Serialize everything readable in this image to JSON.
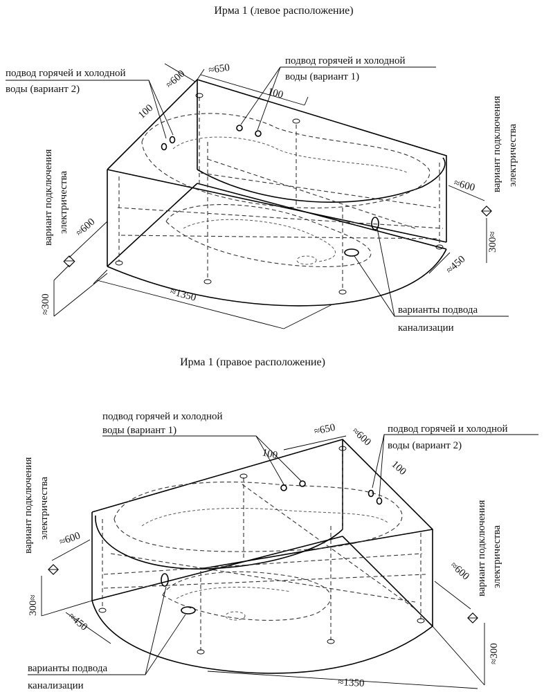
{
  "left": {
    "title": "Ирма 1 (левое расположение)",
    "water_v2_line1": "подвод горячей и холодной",
    "water_v2_line2": "воды (вариант 2)",
    "water_v1_line1": "подвод горячей и холодной",
    "water_v1_line2": "воды (вариант 1)",
    "elec_left_line1": "вариант подключения",
    "elec_left_line2": "электричества",
    "elec_right_line1": "вариант подключения",
    "elec_right_line2": "электричества",
    "drain_line1": "варианты подвода",
    "drain_line2": "канализации",
    "dims": {
      "d600_top": "≈600",
      "d650": "≈650",
      "d100_left": "100",
      "d100_right": "100",
      "d600_left": "≈600",
      "d300_left": "≈300",
      "d1350": "≈1350",
      "d600_right": "≈600",
      "d300_right": "300≈",
      "d450": "≈450"
    }
  },
  "right": {
    "title": "Ирма 1 (правое расположение)",
    "water_v1_line1": "подвод горячей и холодной",
    "water_v1_line2": "воды (вариант 1)",
    "water_v2_line1": "подвод горячей и холодной",
    "water_v2_line2": "воды (вариант 2)",
    "elec_left_line1": "вариант подключения",
    "elec_left_line2": "электричества",
    "elec_right_line1": "вариант подключения",
    "elec_right_line2": "электричества",
    "drain_line1": "варианты подвода",
    "drain_line2": "канализации",
    "dims": {
      "d650": "≈650",
      "d600_top": "≈600",
      "d100_left": "100",
      "d100_right": "100",
      "d600_left": "≈600",
      "d300_left": "300≈",
      "d450": "≈450",
      "d1350": "≈1350",
      "d600_right": "≈600",
      "d300_right": "≈300"
    }
  }
}
